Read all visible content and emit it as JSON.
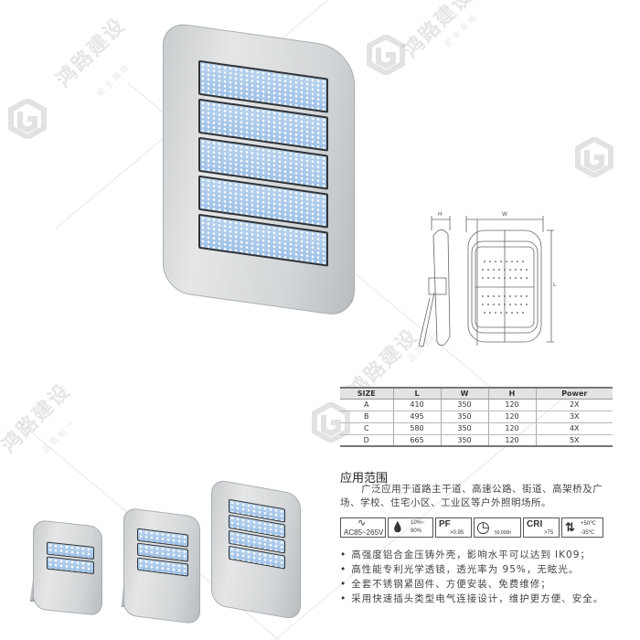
{
  "watermark": {
    "brand": "鸿路建设",
    "slogan_a": "安全高效",
    "slogan_b": "品质如一"
  },
  "drawing": {
    "labels": {
      "h": "H",
      "w": "W",
      "l": "L"
    }
  },
  "spec_table": {
    "headers": [
      "SIZE",
      "L",
      "W",
      "H",
      "Power"
    ],
    "rows": [
      [
        "A",
        "410",
        "350",
        "120",
        "2X"
      ],
      [
        "B",
        "495",
        "350",
        "120",
        "3X"
      ],
      [
        "C",
        "580",
        "350",
        "120",
        "4X"
      ],
      [
        "D",
        "665",
        "350",
        "120",
        "5X"
      ]
    ]
  },
  "application": {
    "title": "应用范围",
    "description": "广泛应用于道路主干道、高速公路、街道、高架桥及广场、学校、住宅小区、工业区等户外照明场所。"
  },
  "spec_icons": [
    {
      "name": "voltage",
      "glyph": "∿",
      "value": "AC85~265V"
    },
    {
      "name": "humidity",
      "glyph": "💧",
      "value_top": "10%~",
      "value_bottom": "90%"
    },
    {
      "name": "power-factor",
      "title": "PF",
      "value": ">0.95"
    },
    {
      "name": "lifespan",
      "glyph": "◷",
      "value": "50,000h"
    },
    {
      "name": "cri",
      "title": "CRI",
      "value": ">75"
    },
    {
      "name": "temperature",
      "glyph": "⇅",
      "value_top": "+50℃",
      "value_bottom": "-35℃"
    }
  ],
  "features": [
    "高强度铝合金压铸外壳，影响水平可以达到 IK09；",
    "高性能专利光学透镜，透光率为 95%，无眩光。",
    "全套不锈钢紧固件、方便安装、免费维修；",
    "采用快速插头类型电气连接设计，维护更方便、安全。"
  ]
}
